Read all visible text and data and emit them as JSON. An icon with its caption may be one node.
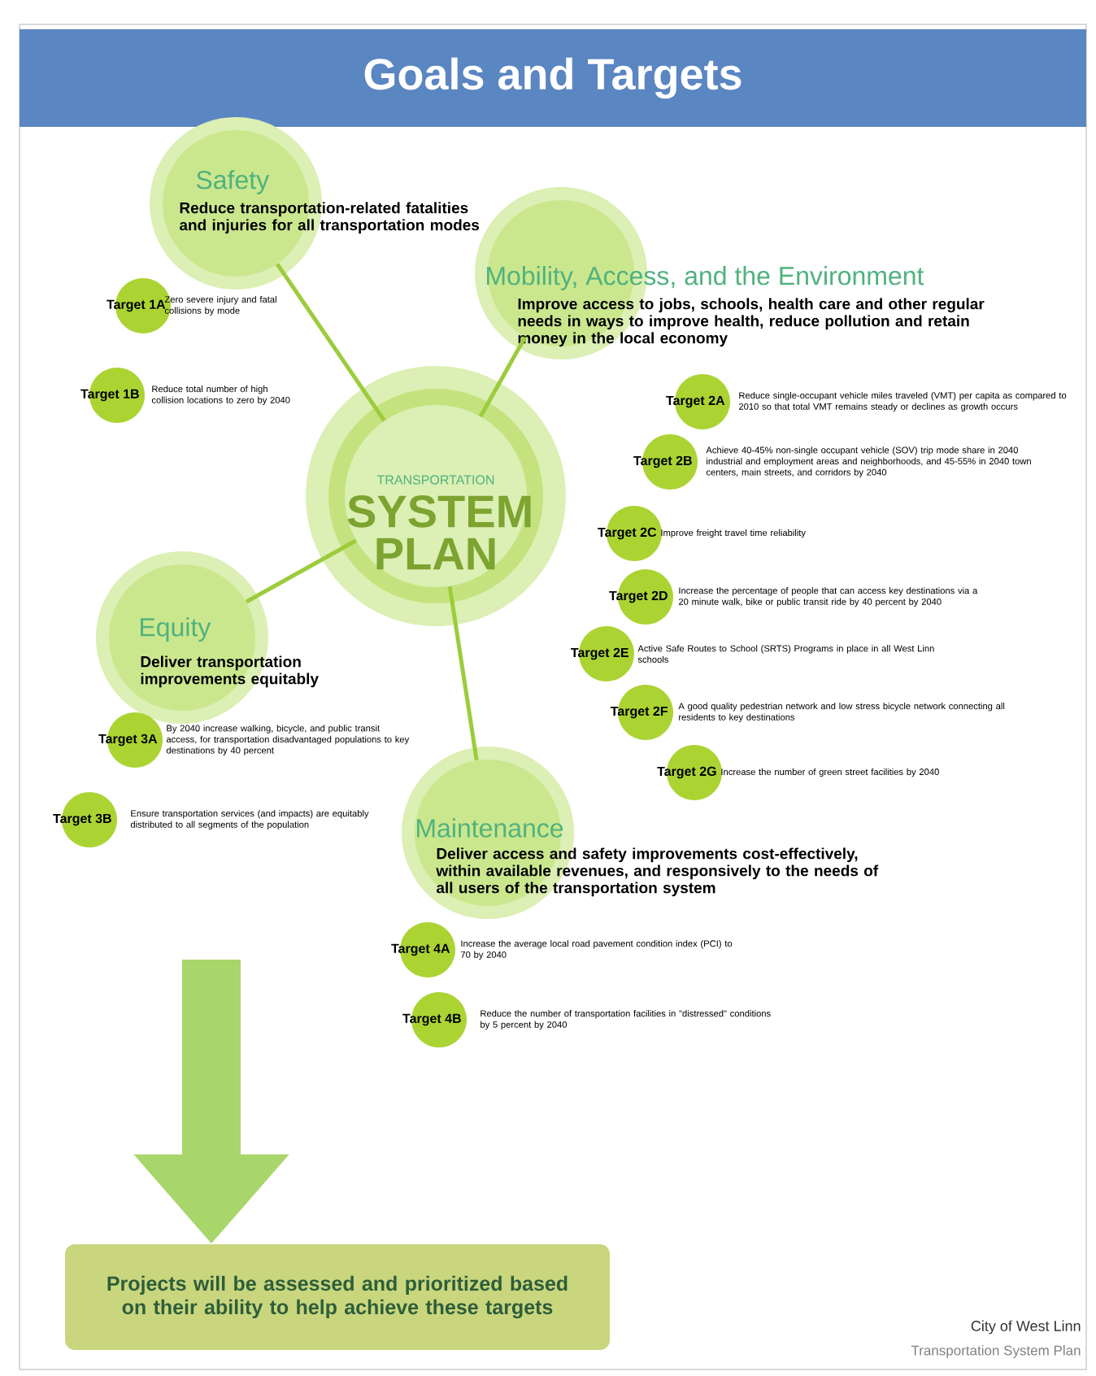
{
  "diagram": {
    "title": "Goals and Targets",
    "nodes": [
      {
        "text": [
          "TRANSPORTATION",
          "SYSTEM PLAN"
        ]
      },
      {
        "text": [
          "Safety",
          "Reduce transportation-related fatalities and injuries for all transportation modes"
        ]
      },
      {
        "text": [
          "Target 1A"
        ],
        "beside": [
          "Zero severe injury and fatal collisions by mode"
        ]
      },
      {
        "text": [
          "Target 1B"
        ],
        "beside": [
          "Reduce total number of high collision locations to zero by 2040"
        ]
      },
      {
        "text": [
          "Mobility, Access, and the Environment",
          "Improve access to jobs, schools, health care and other regular needs in ways to improve health, reduce pollution and retain money in the local economy"
        ]
      },
      {
        "text": [
          "Target 2A"
        ],
        "beside": [
          "Reduce single-occupant vehicle miles traveled (VMT) per capita as compared to 2010 so that total VMT remains steady or declines as growth occurs"
        ]
      },
      {
        "text": [
          "Target 2B"
        ],
        "beside": [
          "Achieve 40-45% non-single occupant vehicle (SOV) trip mode share in 2040 industrial and employment areas and neighborhoods, and 45-55% in 2040 town centers, main streets, and corridors by 2040"
        ]
      },
      {
        "text": [
          "Target 2C"
        ],
        "beside": [
          "Improve freight travel time reliability"
        ]
      },
      {
        "text": [
          "Target 2D"
        ],
        "beside": [
          "Increase the percentage of people that can access key destinations via a 20 minute walk, bike or public transit ride by 40 percent by 2040"
        ]
      },
      {
        "text": [
          "Target 2E"
        ],
        "beside": [
          "Active Safe Routes to School (SRTS) Programs in place in all West Linn schools"
        ]
      },
      {
        "text": [
          "Target 2F"
        ],
        "beside": [
          "A good quality pedestrian network and low stress bicycle network connecting all residents to key destinations"
        ]
      },
      {
        "text": [
          "Target 2G"
        ],
        "beside": [
          "Increase the number of green street facilities by 2040"
        ]
      },
      {
        "text": [
          "Equity",
          "Deliver transportation improvements equitably"
        ]
      },
      {
        "text": [
          "Target 3A"
        ],
        "beside": [
          "By 2040 increase walking, bicycle, and public transit access, for transportation disadvantaged populations to key destinations by 40 percent"
        ]
      },
      {
        "text": [
          "Target 3B"
        ],
        "beside": [
          "Ensure transportation services (and impacts) are equitably distributed to all segments of the population"
        ]
      },
      {
        "text": [
          "Maintenance",
          "Deliver access and safety improvements cost-effectively, within available revenues, and responsively to the needs of all users of the transportation system"
        ]
      },
      {
        "text": [
          "Target 4A"
        ],
        "beside": [
          "Increase the average local road pavement condition index (PCI) to 70 by 2040"
        ]
      },
      {
        "text": [
          "Target 4B"
        ],
        "beside": [
          "Reduce the number of transportation facilities in \"distressed\" conditions by 5 percent by 2040"
        ]
      },
      {
        "text": [
          "Projects will be assessed and prioritized based on their ability to help achieve these targets"
        ]
      }
    ],
    "edges": [
      {
        "from": 0,
        "to": 1,
        "arrow": "none"
      },
      {
        "from": 0,
        "to": 4,
        "arrow": "none"
      },
      {
        "from": 0,
        "to": 12,
        "arrow": "none"
      },
      {
        "from": 0,
        "to": 15,
        "arrow": "none"
      },
      {
        "from": null,
        "to": 18,
        "arrow": "to",
        "style": "thick",
        "color": "#a8d66a"
      }
    ],
    "labels": [
      "City of West Linn",
      "Transportation System Plan"
    ]
  }
}
